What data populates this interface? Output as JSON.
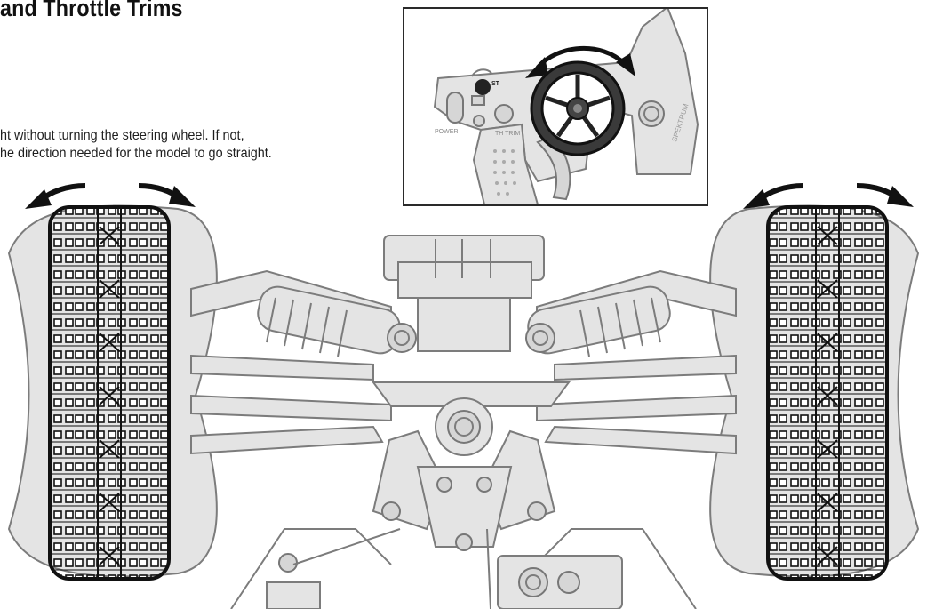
{
  "page": {
    "heading": "and Throttle Trims",
    "intro_line_1": "ht without turning the steering wheel. If not,",
    "intro_line_2": "he direction needed for the model to go straight."
  },
  "transmitter": {
    "power_label": "POWER",
    "trim_label": "TH TRIM",
    "side_label": "SPEKTRUM",
    "dial_label": "ST"
  },
  "icons": {
    "steering_arrow": "double-headed-arc-arrow-icon",
    "wheel_arrow": "curved-arrow-icon"
  },
  "colors": {
    "illustration_grey": "#e4e4e4",
    "outline_grey": "#7c7c7c",
    "highlight_black": "#111111"
  }
}
